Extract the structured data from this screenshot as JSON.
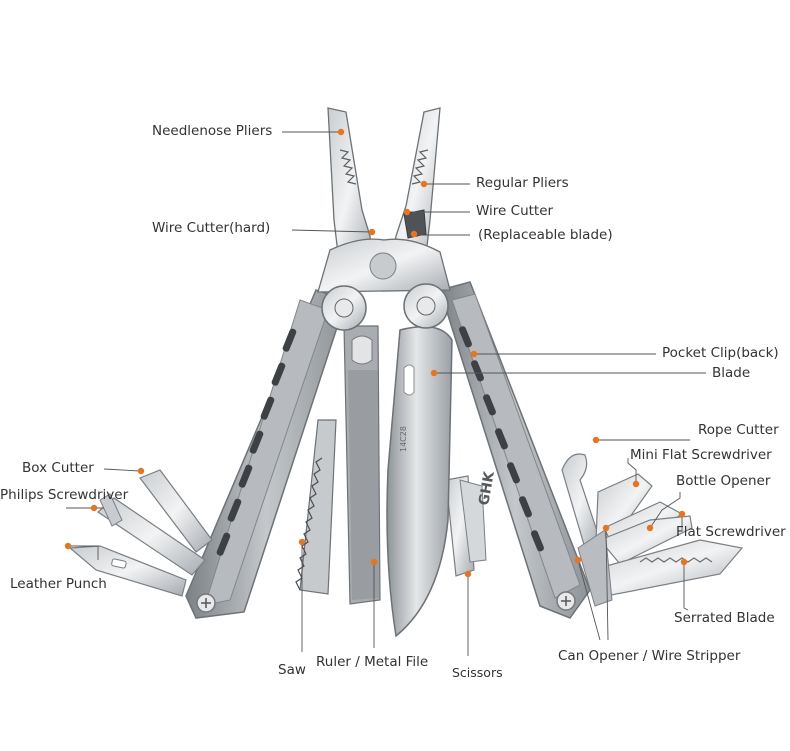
{
  "accent": "#e8741e",
  "labels": {
    "needlenose": "Needlenose Pliers",
    "regular": "Regular Pliers",
    "wire_cutter": "Wire Cutter",
    "replaceable": "(Replaceable blade)",
    "wire_cutter_hard": "Wire Cutter(hard)",
    "pocket_clip": "Pocket Clip(back)",
    "blade": "Blade",
    "rope_cutter": "Rope Cutter",
    "mini_flat": "Mini Flat Screwdriver",
    "bottle_opener": "Bottle Opener",
    "flat_screwdriver": "Flat Screwdriver",
    "serrated_blade": "Serrated Blade",
    "can_opener": "Can Opener / Wire Stripper",
    "box_cutter": "Box Cutter",
    "philips": "Philips Screwdriver",
    "leather_punch": "Leather Punch",
    "saw": "Saw",
    "ruler_file": "Ruler / Metal File",
    "scissors": "Scissors"
  },
  "engravings": {
    "brand": "GHK",
    "steel": "14C28"
  }
}
